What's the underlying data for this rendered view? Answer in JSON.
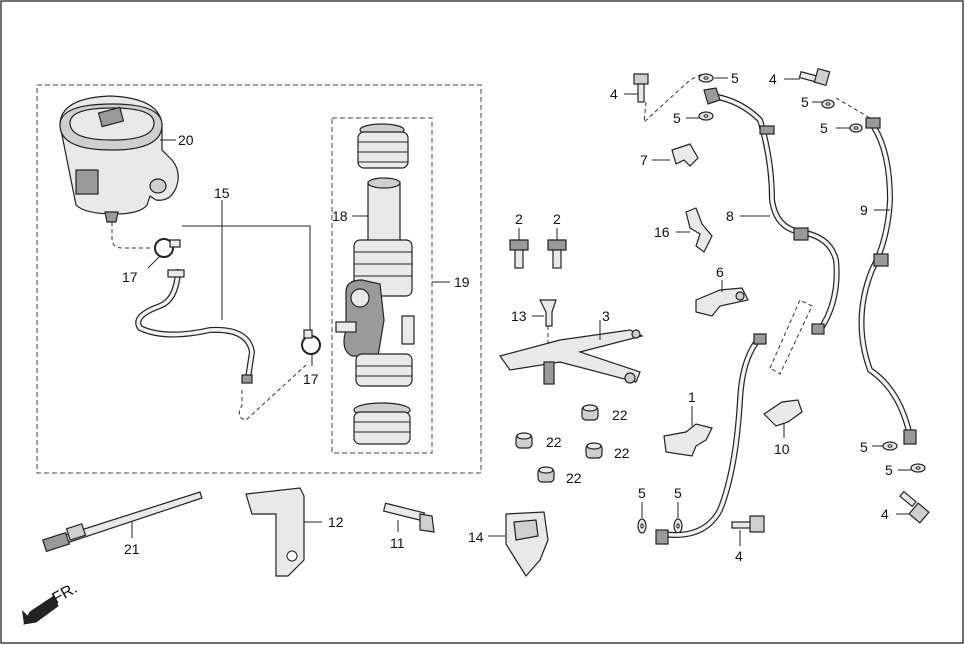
{
  "callouts": {
    "c1": "1",
    "c2a": "2",
    "c2b": "2",
    "c3": "3",
    "c4a": "4",
    "c4b": "4",
    "c4c": "4",
    "c4d": "4",
    "c5a": "5",
    "c5b": "5",
    "c5c": "5",
    "c5d": "5",
    "c5e": "5",
    "c5f": "5",
    "c5g": "5",
    "c5h": "5",
    "c6": "6",
    "c7": "7",
    "c8": "8",
    "c9": "9",
    "c10": "10",
    "c11": "11",
    "c12": "12",
    "c13": "13",
    "c14": "14",
    "c15": "15",
    "c16": "16",
    "c17a": "17",
    "c17b": "17",
    "c18": "18",
    "c19": "19",
    "c20": "20",
    "c21": "21",
    "c22a": "22",
    "c22b": "22",
    "c22c": "22",
    "c22d": "22"
  },
  "direction_label": "FR.",
  "icons": {
    "front_arrow": "arrow-down-left-icon"
  }
}
